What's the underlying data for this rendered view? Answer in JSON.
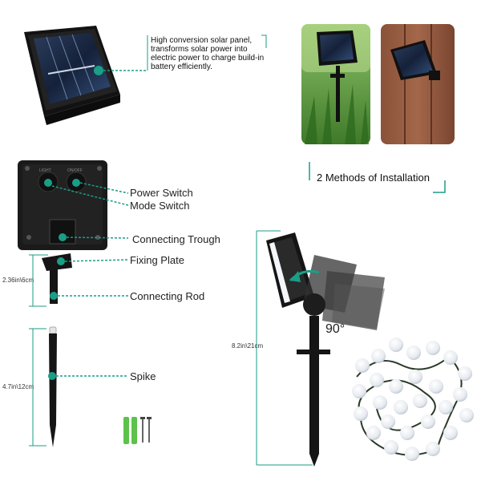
{
  "solar_panel": {
    "description": "High conversion solar panel, transforms solar power into electric power to charge build-in battery efficiently."
  },
  "installation": {
    "label": "2 Methods of Installation"
  },
  "control_box": {
    "switch_labels": [
      "LIGHT",
      "ON/OFF"
    ]
  },
  "callouts": {
    "power_switch": "Power Switch",
    "mode_switch": "Mode Switch",
    "connecting_trough": "Connecting Trough",
    "fixing_plate": "Fixing Plate",
    "connecting_rod": "Connecting Rod",
    "spike": "Spike"
  },
  "dimensions": {
    "rod_height": "2.36in\\6cm",
    "spike_height": "4.7in\\12cm",
    "total_height": "8.2in\\21cm",
    "rotation": "90°"
  },
  "colors": {
    "accent": "#1a9e86",
    "panel": "#1c2433",
    "housing": "#1a1a1a"
  }
}
